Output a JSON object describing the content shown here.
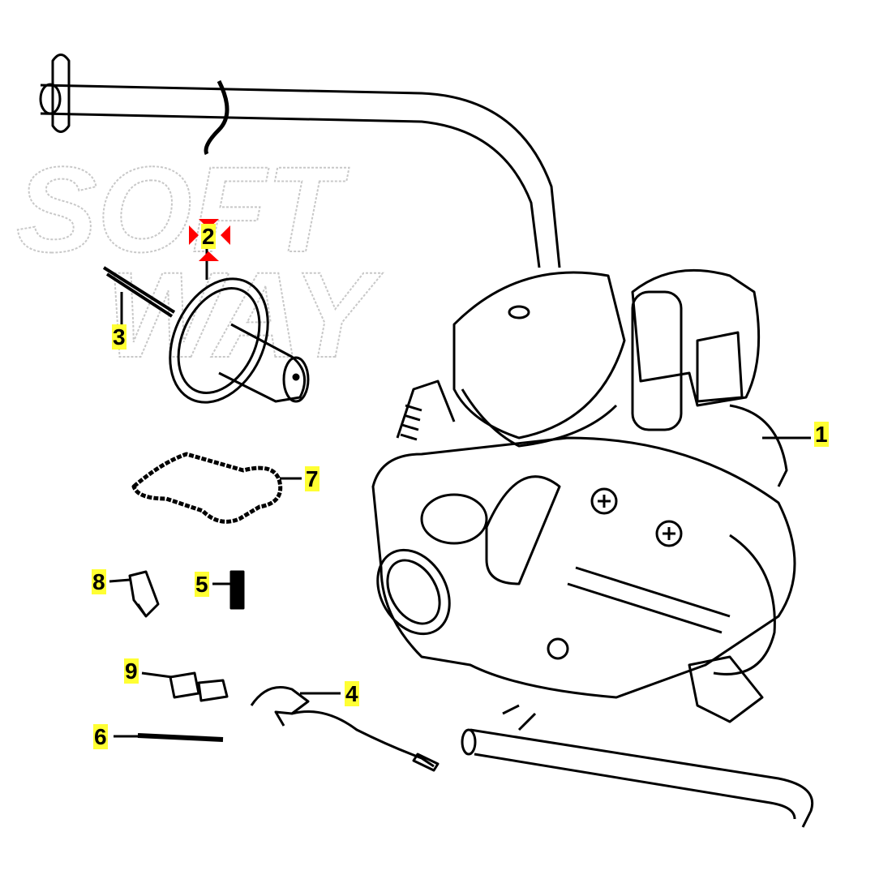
{
  "watermark": {
    "line1": "SOFT",
    "line2": "WAY"
  },
  "callouts": [
    {
      "id": "1",
      "label": "1"
    },
    {
      "id": "2",
      "label": "2"
    },
    {
      "id": "3",
      "label": "3"
    },
    {
      "id": "4",
      "label": "4"
    },
    {
      "id": "5",
      "label": "5"
    },
    {
      "id": "6",
      "label": "6"
    },
    {
      "id": "7",
      "label": "7"
    },
    {
      "id": "8",
      "label": "8"
    },
    {
      "id": "9",
      "label": "9"
    }
  ],
  "colors": {
    "highlight": "#ffff33",
    "selection_marker": "#ff0000",
    "watermark": "#c8c8c8"
  }
}
